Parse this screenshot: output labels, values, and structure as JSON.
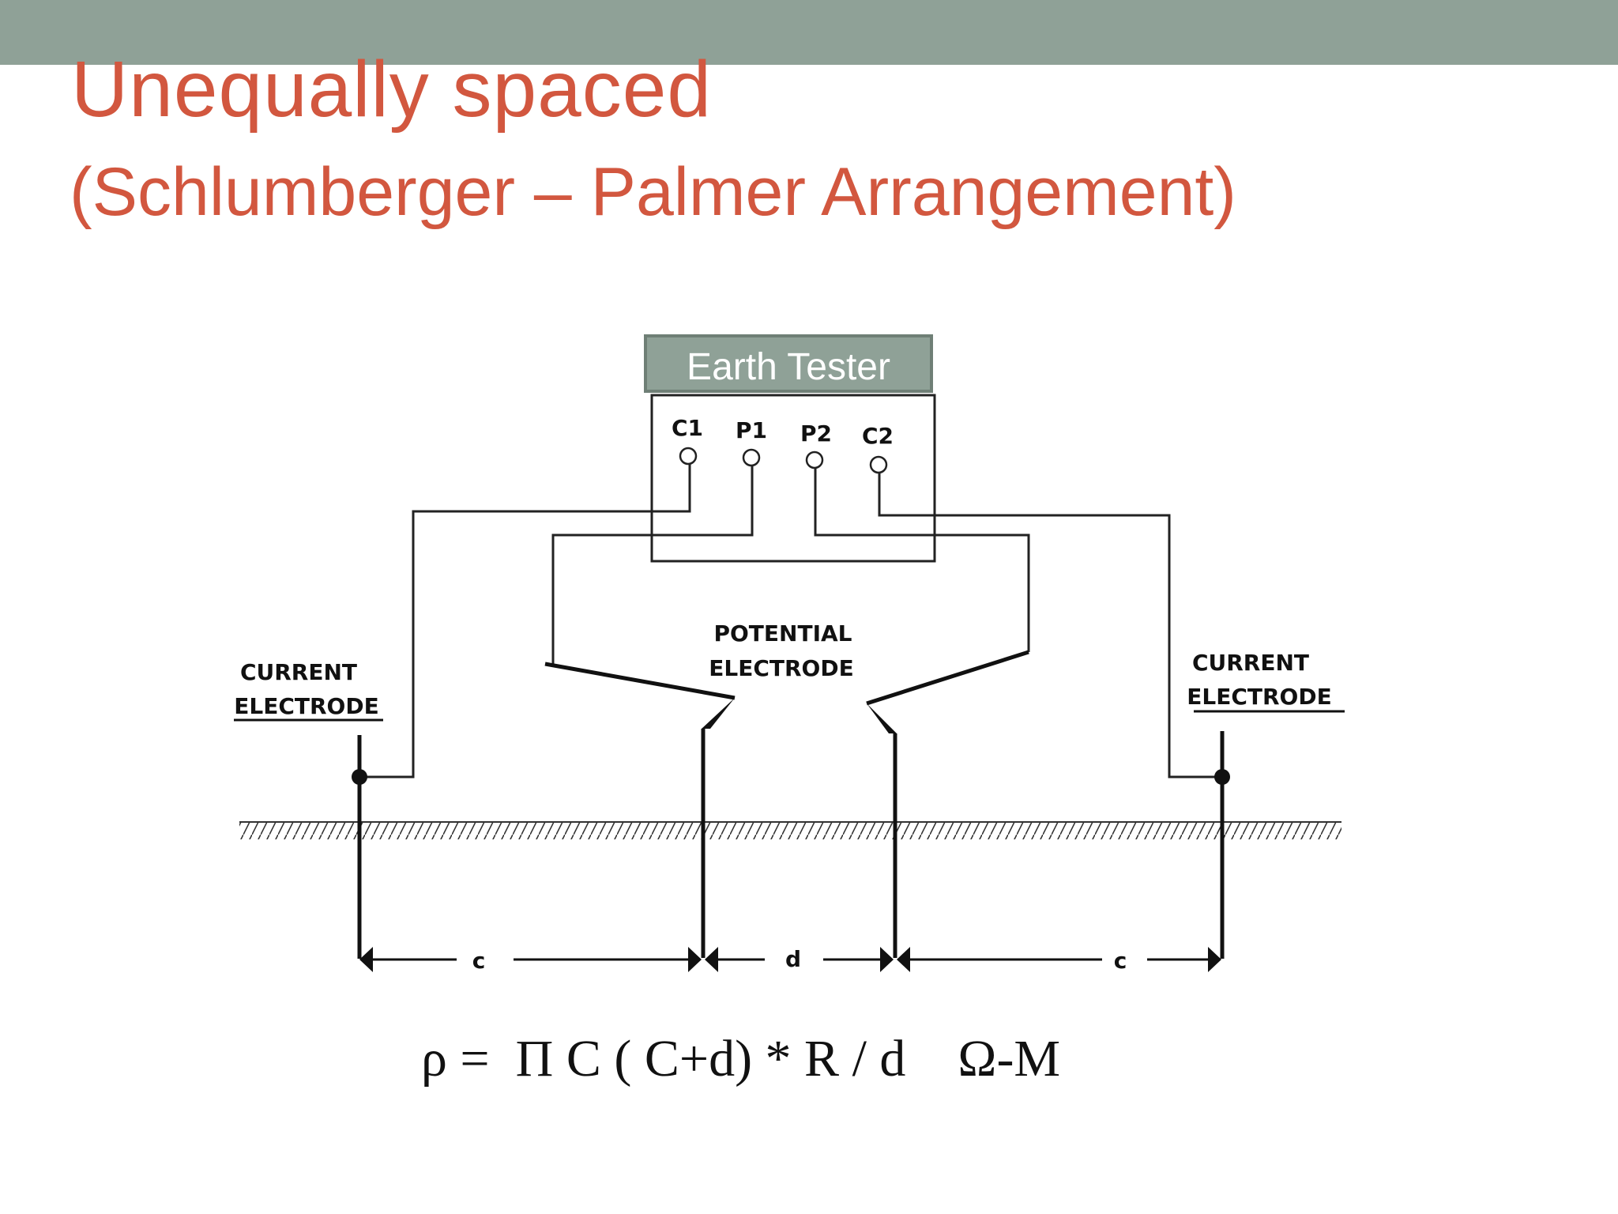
{
  "slide": {
    "title": "Unequally spaced",
    "subtitle": "(Schlumberger – Palmer Arrangement)",
    "title_color": "#d2573f",
    "top_bar_color": "#8fa197"
  },
  "diagram": {
    "tester_label": "Earth Tester",
    "tester_label_bg": "#8fa197",
    "terminals": [
      "C1",
      "P1",
      "P2",
      "C2"
    ],
    "current_electrode_label_line1": "CURRENT",
    "current_electrode_label_line2": "ELECTRODE",
    "potential_electrode_label_line1": "POTENTIAL",
    "potential_electrode_label_line2": "ELECTRODE",
    "spacing_left": "c",
    "spacing_middle": "d",
    "spacing_right": "c"
  },
  "formula": {
    "text": "ρ =  Π C ( C+d) * R / d    Ω-M"
  }
}
